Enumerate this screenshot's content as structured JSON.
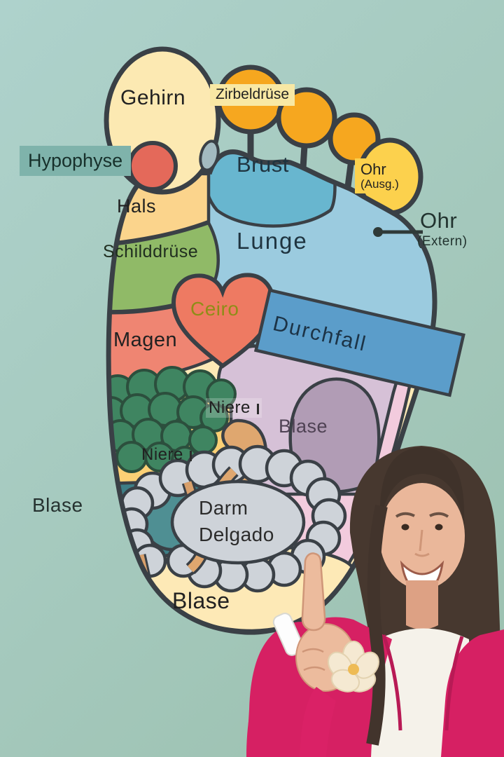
{
  "scene": {
    "description": "Fussreflexzonen-Diagramm (foot reflexology chart) with presenter pointing",
    "background_teal": "#a6cabf"
  },
  "diagram": {
    "labels": {
      "gehirn": "Gehirn",
      "zirbeldruese": "Zirbeldrüse",
      "hypophyse": "Hypophyse",
      "hals": "Hals",
      "schilddruese": "Schilddrüse",
      "brust": "Brust",
      "ohr_ausg_1": "Ohr",
      "ohr_ausg_2": "(Ausg.)",
      "lunge": "Lunge",
      "ohr_extern_1": "Ohr",
      "ohr_extern_2": "(Extern)",
      "ceiro": "Ceiro",
      "magen": "Magen",
      "durchfall": "Durchfall",
      "niere_upper": "Niere",
      "niere_lower": "Niere",
      "blase_middle": "Blase",
      "blase_left": "Blase",
      "darm_1": "Darm",
      "darm_2": "Delgado",
      "blase_bottom": "Blase"
    },
    "region_colors": {
      "outline": "#3a4046",
      "foot_base": "#fde9b6",
      "big_toe": "#fce9b2",
      "toe_orange": "#f6a71f",
      "toe_pinky_yellow": "#fcd14d",
      "hypophyse_dot": "#e4695a",
      "hypophyse_chip": "#7fb3ab",
      "zirbeldruese_chip": "#f8e8a4",
      "hals": "#fbd48c",
      "schilddruese": "#90ba67",
      "brust": "#68b6cf",
      "lunge": "#9bcbdf",
      "heart": "#ee7a62",
      "ceiro_text": "#8f8d17",
      "magen": "#ef8572",
      "durchfall_band": "#5b9dca",
      "intestine_bumps": "#3f8561",
      "niere_yellow": "#fbd075",
      "lavender": "#d6c1d7",
      "pink": "#f2cbdd",
      "blase_blob": "#b19cb5",
      "kidney": "#dfa76f",
      "darm_gray": "#ced3d9",
      "teal_heel": "#3e7e86",
      "teal_patch": "#4f8f93",
      "teardrop": "#a3bac0",
      "blazer_pink": "#d62063"
    }
  }
}
